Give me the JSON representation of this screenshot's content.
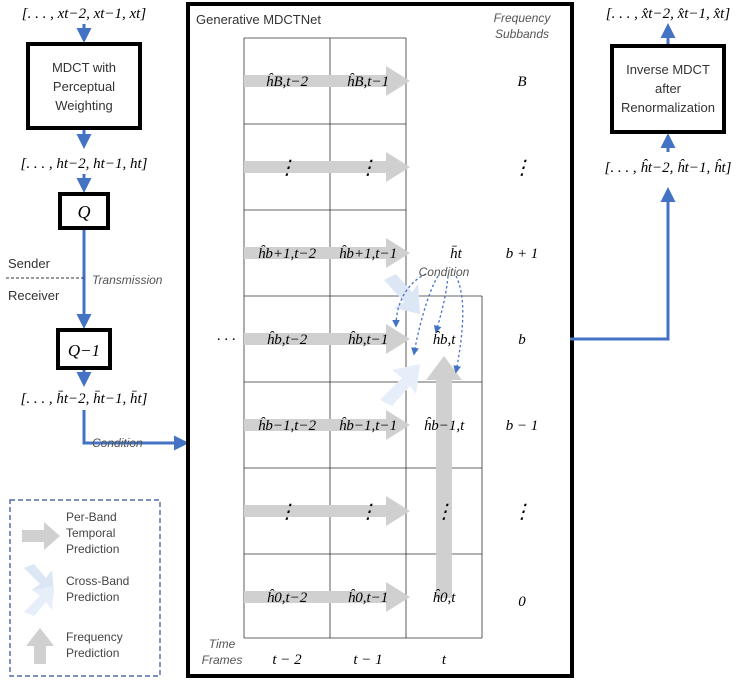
{
  "sender_chain": {
    "input_signal": "[. . . , xt−2, xt−1, xt]",
    "mdct_box": [
      "MDCT with",
      "Perceptual",
      "Weighting"
    ],
    "coeffs": "[. . . , ht−2, ht−1, ht]",
    "quantizer": "Q",
    "sender_label": "Sender",
    "receiver_label": "Receiver",
    "transmission_label": "Transmission",
    "dequantizer": "Q−1",
    "dequantized": "[. . . , h̄t−2, h̄t−1, h̄t]",
    "condition_label": "Condition"
  },
  "net": {
    "title": "Generative MDCTNet",
    "freq_title": [
      "Frequency",
      "Subbands"
    ],
    "time_title": [
      "Time",
      "Frames"
    ],
    "time_labels": [
      "t − 2",
      "t − 1",
      "t"
    ],
    "band_labels": [
      "B",
      "⋮",
      "b + 1",
      "b",
      "b − 1",
      "⋮",
      "0"
    ],
    "rows": [
      [
        "ĥB,t−2",
        "ĥB,t−1",
        ""
      ],
      [
        "⋮",
        "⋮",
        ""
      ],
      [
        "ĥb+1,t−2",
        "ĥb+1,t−1",
        ""
      ],
      [
        "ĥb,t−2",
        "ĥb,t−1",
        "ĥb,t"
      ],
      [
        "ĥb−1,t−2",
        "ĥb−1,t−1",
        "ĥb−1,t"
      ],
      [
        "⋮",
        "⋮",
        "⋮"
      ],
      [
        "ĥ0,t−2",
        "ĥ0,t−1",
        "ĥ0,t"
      ]
    ],
    "ellipsis": "· · ·",
    "cond_symbol": "h̄t",
    "cond_label": "Condition"
  },
  "output_chain": {
    "inverse_box": [
      "Inverse MDCT",
      "after",
      "Renormalization"
    ],
    "coeffs": "[. . . , ĥt−2, ĥt−1, ĥt]",
    "output_signal": "[. . . , x̂t−2, x̂t−1, x̂t]"
  },
  "legend": {
    "items": [
      {
        "label": [
          "Per-Band",
          "Temporal",
          "Prediction"
        ]
      },
      {
        "label": [
          "Cross-Band",
          "Prediction"
        ]
      },
      {
        "label": [
          "Frequency",
          "Prediction"
        ]
      }
    ]
  },
  "colors": {
    "flow_arrow": "#4472c4",
    "gray_arrow": "#d0d0d0",
    "light_blue": "#dce6f5",
    "border": "#000000"
  }
}
